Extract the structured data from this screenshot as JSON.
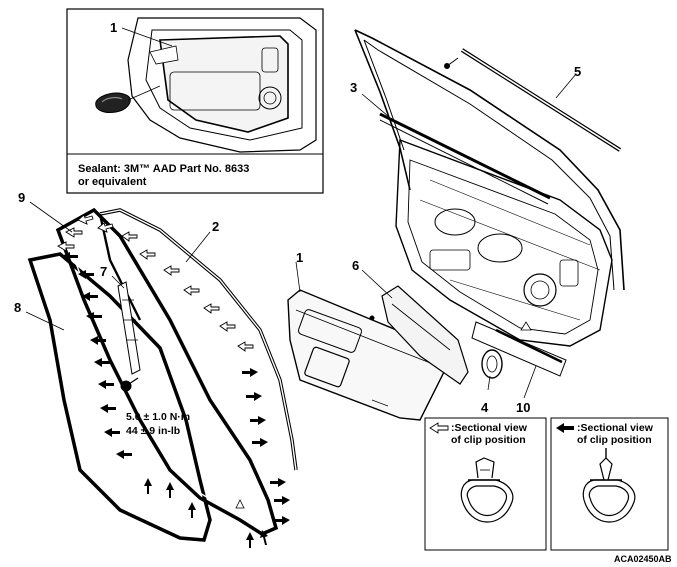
{
  "inset": {
    "callout": "1",
    "sealant_line1": "Sealant: 3M™ AAD Part No. 8633",
    "sealant_line2": "or equivalent"
  },
  "callouts": [
    "1",
    "2",
    "3",
    "4",
    "5",
    "6",
    "7",
    "8",
    "9",
    "10"
  ],
  "torque": {
    "metric": "5.0 ± 1.0 N·m",
    "imperial": "44 ± 9 in-lb"
  },
  "legend": {
    "open_arrow": {
      "line1": ":Sectional view",
      "line2": "of clip position"
    },
    "solid_arrow": {
      "line1": ":Sectional view",
      "line2": "of clip position"
    }
  },
  "figure_code": "ACA02450AB"
}
